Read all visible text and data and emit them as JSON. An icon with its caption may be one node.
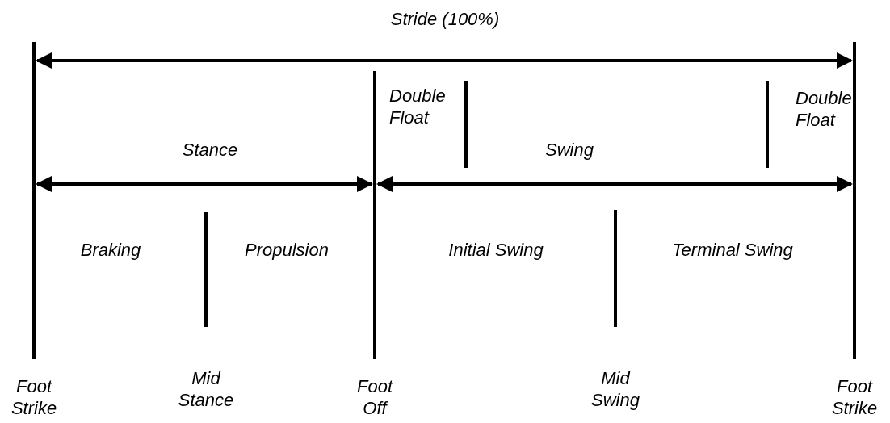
{
  "diagram": {
    "labels": [
      "Stride (100%)",
      "Double Float",
      "Double Float",
      "Stance",
      "Swing",
      "Braking",
      "Propulsion",
      "Initial Swing",
      "Terminal Swing",
      "Foot Strike",
      "Mid Stance",
      "Foot Off",
      "Mid Swing",
      "Foot Strike"
    ]
  }
}
